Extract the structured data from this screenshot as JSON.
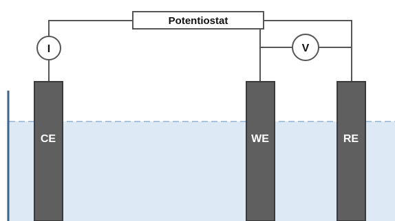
{
  "diagram": {
    "potentiostat_label": "Potentiostat",
    "current_meter_label": "I",
    "voltage_meter_label": "V",
    "electrodes": {
      "counter": "CE",
      "working": "WE",
      "reference": "RE"
    }
  },
  "colors": {
    "electrolyte": "#dde9f5",
    "electrolyte_surface": "#8fb2d6",
    "container_wall": "#3d6489",
    "electrode_fill": "#5f5f5f",
    "electrode_stroke": "#3a3a3a",
    "wire": "#555555"
  }
}
